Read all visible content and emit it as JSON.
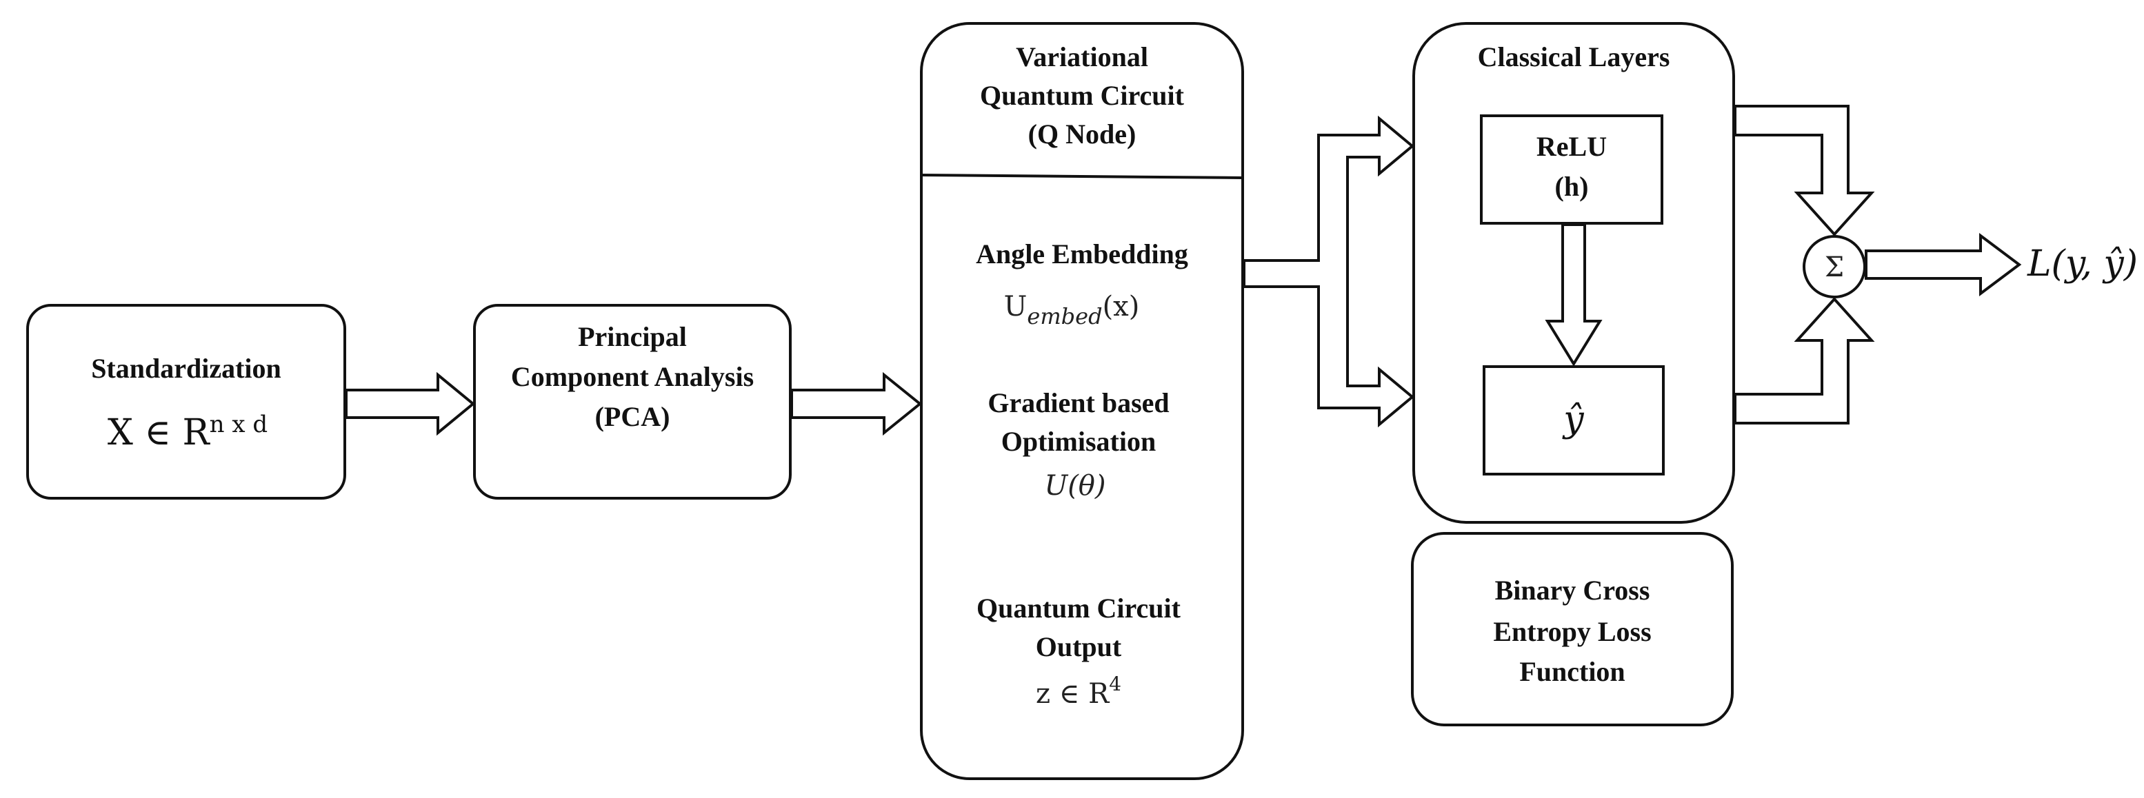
{
  "blocks": {
    "standardization": {
      "title": "Standardization",
      "formula": "X ∈ R",
      "formula_sup": "n x d"
    },
    "pca": {
      "line1": "Principal",
      "line2": "Component Analysis",
      "line3": "(PCA)"
    },
    "vqc": {
      "title_line1": "Variational",
      "title_line2": "Quantum Circuit",
      "title_line3": "(Q Node)",
      "angle_embedding": "Angle Embedding",
      "angle_formula": "U",
      "angle_formula_sub": "embed",
      "angle_formula_arg": "(x)",
      "gradient_line1": "Gradient based",
      "gradient_line2": "Optimisation",
      "gradient_formula": "U(θ)",
      "output_line1": "Quantum Circuit",
      "output_line2": "Output",
      "output_formula": "z ∈ R",
      "output_formula_sup": "4"
    },
    "classical": {
      "title": "Classical Layers",
      "relu_line1": "ReLU",
      "relu_line2": "(h)",
      "yhat": "ŷ"
    },
    "bce": {
      "line1": "Binary Cross",
      "line2": "Entropy Loss",
      "line3": "Function"
    },
    "sum": {
      "symbol": "Σ"
    },
    "loss": {
      "label": "L(y, ŷ)"
    }
  }
}
